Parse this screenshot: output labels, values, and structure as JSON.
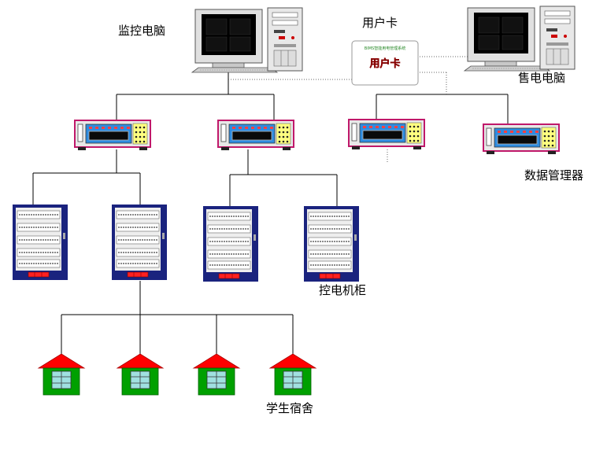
{
  "labels": {
    "monitor_pc": "监控电脑",
    "user_card": "用户卡",
    "sales_pc": "售电电脑",
    "data_manager": "数据管理器",
    "control_cabinet": "控电机柜",
    "student_dorm": "学生宿舍"
  },
  "card": {
    "header": "BIMS智能用电管理系统",
    "title": "用户卡"
  },
  "colors": {
    "line": "#000000",
    "device_border": "#c0186a",
    "device_panel": "#2e8ce0",
    "cabinet_frame": "#1a237e",
    "house_roof": "#ff0000",
    "house_wall": "#00a000",
    "house_window": "#a0e0e0"
  }
}
